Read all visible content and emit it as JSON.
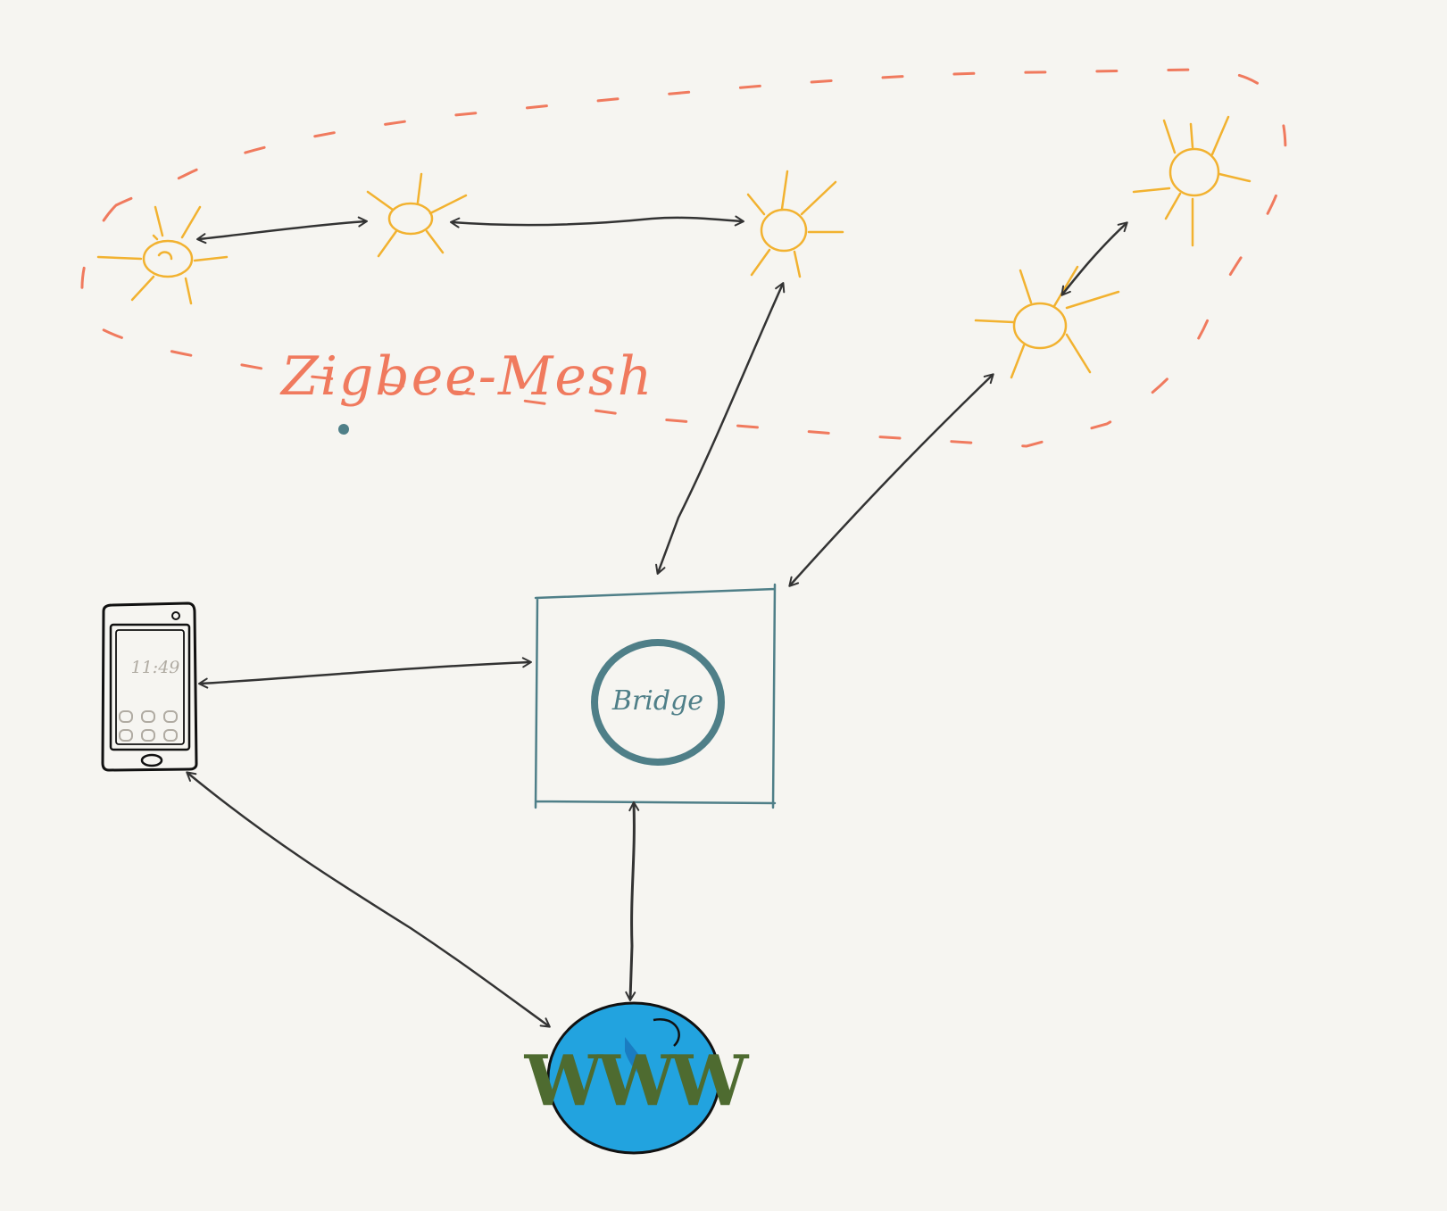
{
  "mesh": {
    "label": "Zigbee-Mesh"
  },
  "bridge": {
    "label": "Bridge"
  },
  "phone": {
    "time": "11:49"
  },
  "internet": {
    "label": "WWW"
  },
  "colors": {
    "background": "#f6f5f1",
    "mesh_outline": "#f07a5e",
    "bulb": "#f2b230",
    "arrow": "#333333",
    "bridge": "#4f7f88",
    "globe": "#22a3df",
    "globe_text": "#4e6b30",
    "phone_screen_text": "#b0aba2"
  },
  "icons": {
    "bulb": "sun-bulb-icon",
    "phone": "smartphone-icon",
    "bridge": "bridge-hub-icon",
    "internet": "globe-icon"
  }
}
